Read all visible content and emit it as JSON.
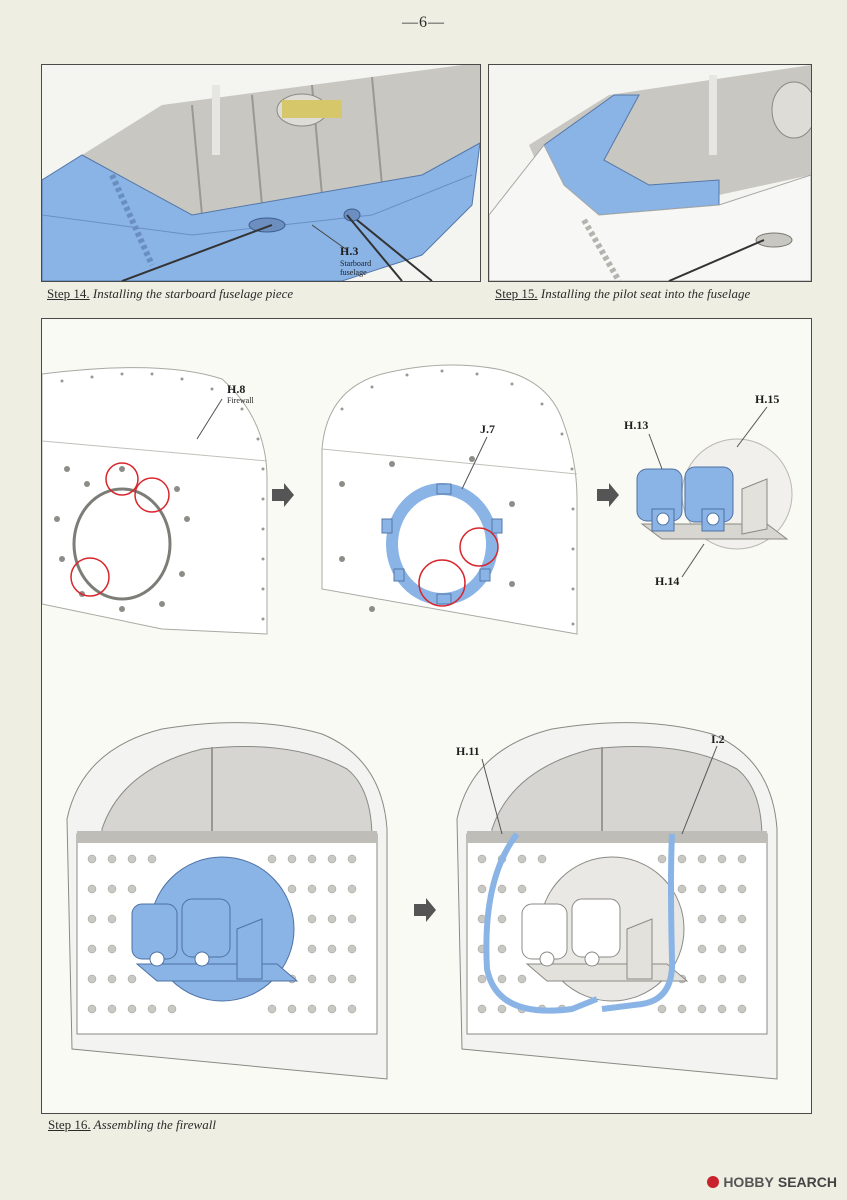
{
  "page_number": "—6—",
  "step14": {
    "step_label": "Step 14.",
    "title": "Installing the starboard fuselage piece",
    "part_label": "H.3",
    "part_desc_line1": "Starboard",
    "part_desc_line2": "fuselage"
  },
  "step15": {
    "step_label": "Step 15.",
    "title": "Installing the pilot seat into the fuselage"
  },
  "step16": {
    "step_label": "Step 16.",
    "title": "Assembling the firewall",
    "labels": {
      "h8": "H.8",
      "h8_desc": "Firewall",
      "j7": "J.7",
      "h13": "H.13",
      "h15": "H.15",
      "h14": "H.14",
      "h11": "H.11",
      "i2": "I.2"
    }
  },
  "colors": {
    "part_highlight": "#8ab4e6",
    "highlight_circle": "#d8262c",
    "line": "#555555"
  },
  "watermark": {
    "brand": "HOBBY",
    "suffix": "SEARCH"
  }
}
